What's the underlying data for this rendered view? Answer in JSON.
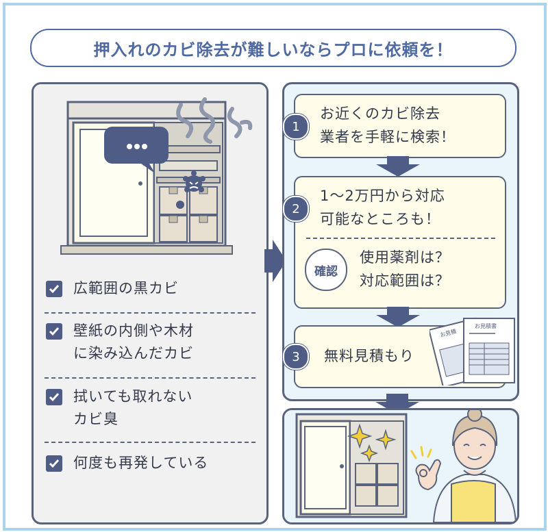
{
  "title": "押入れのカビ除去が難しいならプロに依頼を！",
  "left": {
    "speech_dots": "…",
    "checklist": [
      {
        "text": "広範囲の黒カビ"
      },
      {
        "text": "壁紙の内側や木材\nに染み込んだカビ"
      },
      {
        "text": "拭いても取れない\nカビ臭"
      },
      {
        "text": "何度も再発している"
      }
    ]
  },
  "steps": [
    {
      "num": "1",
      "text": "お近くのカビ除去\n業者を手軽に検索！"
    },
    {
      "num": "2",
      "text": "1～2万円から対応\n可能なところも！"
    },
    {
      "num": "3",
      "text": "無料見積もり"
    }
  ],
  "confirm": {
    "badge": "確認",
    "text": "使用薬剤は？\n対応範囲は？"
  },
  "estimate_doc": {
    "front_title": "お見積書",
    "back_title": "お見積"
  },
  "colors": {
    "navy": "#4f5d86",
    "frame_blue": "#a9d4ec",
    "step_bg": "#fffde9",
    "panel_blue": "#e9f4fb"
  }
}
